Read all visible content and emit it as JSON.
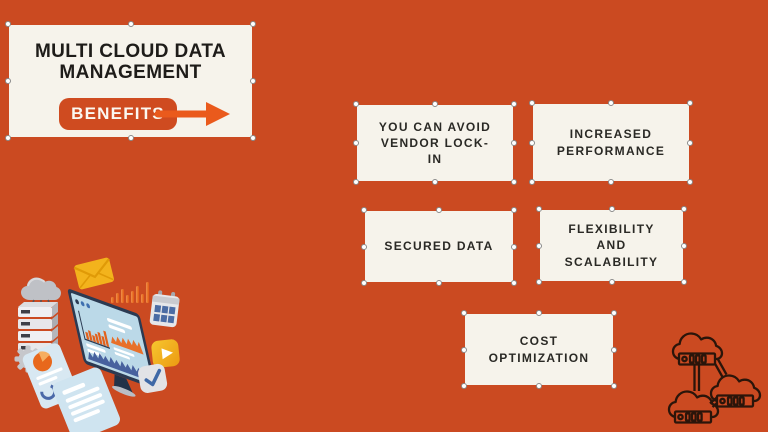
{
  "canvas": {
    "background": "#CB4A21"
  },
  "title_card": {
    "title": "MULTI CLOUD DATA\nMANAGEMENT",
    "button_label": "BENEFITS"
  },
  "benefit_cards": [
    {
      "id": "vendor-lock-in",
      "label": "YOU CAN AVOID\nVENDOR LOCK-\nIN"
    },
    {
      "id": "increased-performance",
      "label": "INCREASED\nPERFORMANCE"
    },
    {
      "id": "secured-data",
      "label": "SECURED DATA"
    },
    {
      "id": "flexibility-scalability",
      "label": "FLEXIBILITY\nAND\nSCALABILITY"
    },
    {
      "id": "cost-optimization",
      "label": "COST\nOPTIMIZATION"
    }
  ],
  "icons": {
    "arrow_right": "arrow-right-icon",
    "dashboard_illustration": "data-dashboard-illustration",
    "multi_cloud": "multi-cloud-network-icon"
  },
  "colors": {
    "background": "#CB4A21",
    "card_fill": "#F6F3EB",
    "title_text": "#1E1C19",
    "benefit_text": "#2A2925",
    "button_fill": "#CF4B20",
    "button_text": "#FBF8F1",
    "arrow": "#EA5A1C",
    "line_icon": "#2B150A",
    "handle_border": "#8A8A8A"
  }
}
